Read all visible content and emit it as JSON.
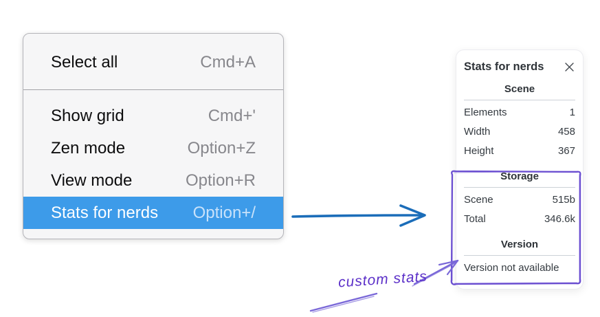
{
  "colors": {
    "menu_highlight_blue": "#3d9be9",
    "flow_arrow_blue": "#1b6db9",
    "annotation_purple": "#6b4fd1",
    "annotation_text_purple": "#5b2fc8"
  },
  "menu": {
    "items": [
      {
        "label": "Select all",
        "shortcut": "Cmd+A",
        "selected": false
      },
      {
        "label": "Show grid",
        "shortcut": "Cmd+'",
        "selected": false
      },
      {
        "label": "Zen mode",
        "shortcut": "Option+Z",
        "selected": false
      },
      {
        "label": "View mode",
        "shortcut": "Option+R",
        "selected": false
      },
      {
        "label": "Stats for nerds",
        "shortcut": "Option+/",
        "selected": true
      }
    ]
  },
  "stats_panel": {
    "title": "Stats for nerds",
    "sections": [
      {
        "heading": "Scene",
        "rows": [
          {
            "label": "Elements",
            "value": "1"
          },
          {
            "label": "Width",
            "value": "458"
          },
          {
            "label": "Height",
            "value": "367"
          }
        ]
      },
      {
        "heading": "Storage",
        "rows": [
          {
            "label": "Scene",
            "value": "515b"
          },
          {
            "label": "Total",
            "value": "346.6k"
          }
        ]
      },
      {
        "heading": "Version",
        "note": "Version not available"
      }
    ]
  },
  "annotation": {
    "label": "custom stats"
  }
}
